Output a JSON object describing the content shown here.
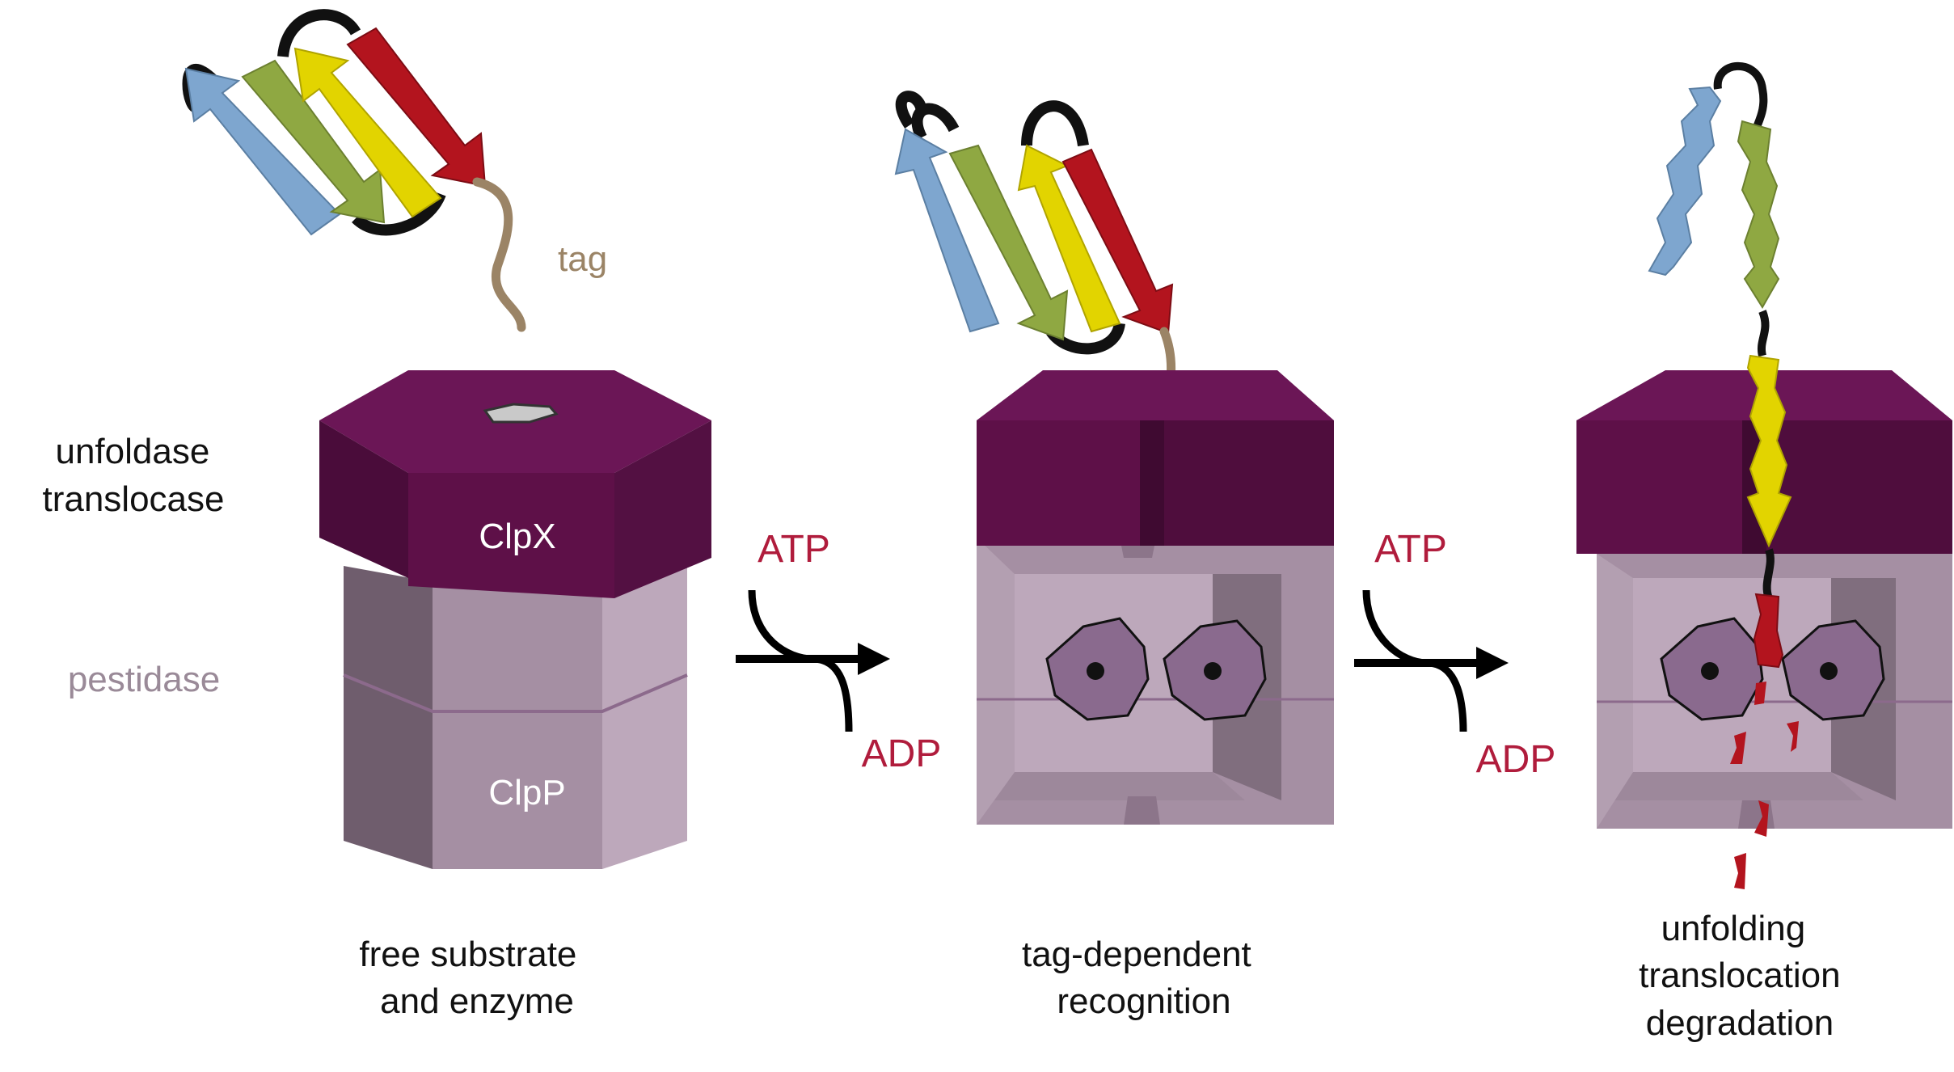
{
  "labels": {
    "tag": "tag",
    "unfoldase_translocase": [
      "unfoldase",
      "translocase"
    ],
    "pestidase": "pestidase",
    "clpx": "ClpX",
    "clpp": "ClpP",
    "arrow1_in": "ATP",
    "arrow1_out": "ADP",
    "arrow2_in": "ATP",
    "arrow2_out": "ADP",
    "stage1": [
      "free substrate",
      "and enzyme"
    ],
    "stage2": [
      "tag-dependent",
      "recognition"
    ],
    "stage3": [
      "unfolding",
      "translocation",
      "degradation"
    ]
  },
  "colors": {
    "clpx_face": "#5e1048",
    "clpx_front": "#6b1656",
    "clpx_side": "#4a0c3a",
    "clpp_front": "#a58fa3",
    "clpp_side": "#6f5d6d",
    "clpp_inner": "#bda8bb",
    "strand_blue": "#7ea6cf",
    "strand_green": "#8fa842",
    "strand_yellow": "#e2d400",
    "strand_red": "#b3141e",
    "tag": "#9b8466",
    "atp_text": "#b01c3c",
    "pestidase_text": "#9a8a98",
    "loop": "#111111"
  }
}
